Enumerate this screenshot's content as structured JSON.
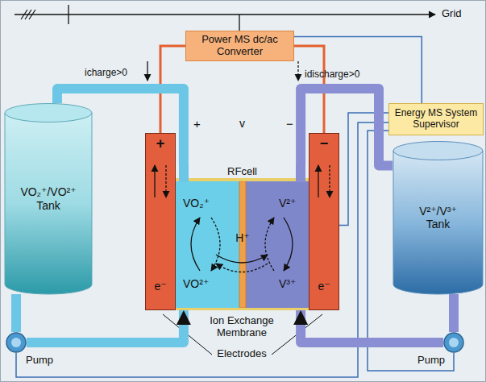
{
  "diagram": {
    "nodes": [
      {
        "text": [
          "Power MS dc/ac Converter"
        ]
      },
      {
        "text": [
          "Energy MS System Supervisor"
        ]
      },
      {
        "text": [
          "VO₂⁺/VO²⁺ Tank"
        ]
      },
      {
        "text": [
          "+",
          "e⁻"
        ]
      },
      {
        "text": [
          "RFcell"
        ]
      },
      {
        "text": [
          "−",
          "e⁻"
        ]
      },
      {
        "text": [
          "V²⁺/V³⁺ Tank"
        ]
      },
      {
        "text": [
          "Pump"
        ]
      },
      {
        "text": [
          "Pump"
        ]
      }
    ],
    "edges": [
      {
        "from": 0,
        "to": 3,
        "arrow": "none"
      },
      {
        "from": 0,
        "to": 5,
        "arrow": "none"
      },
      {
        "from": 1,
        "to": 0,
        "arrow": "none"
      },
      {
        "from": 1,
        "to": 5,
        "arrow": "none"
      },
      {
        "from": 1,
        "to": 7,
        "arrow": "none"
      },
      {
        "from": 1,
        "to": 8,
        "arrow": "none"
      },
      {
        "from": 2,
        "to": 4,
        "arrow": "none"
      },
      {
        "from": 2,
        "to": 7,
        "arrow": "none"
      },
      {
        "from": 7,
        "to": 4,
        "arrow": "to"
      },
      {
        "from": 6,
        "to": 4,
        "arrow": "none"
      },
      {
        "from": 6,
        "to": 8,
        "arrow": "none"
      },
      {
        "from": 8,
        "to": 4,
        "arrow": "to"
      }
    ],
    "labels": [
      "Grid",
      "icharge>0",
      "idischarge>0",
      "+",
      "v",
      "−",
      "VO₂⁺",
      "VO²⁺",
      "H⁺",
      "V²⁺",
      "V³⁺",
      "Ion Exchange Membrane",
      "Electrodes"
    ]
  }
}
